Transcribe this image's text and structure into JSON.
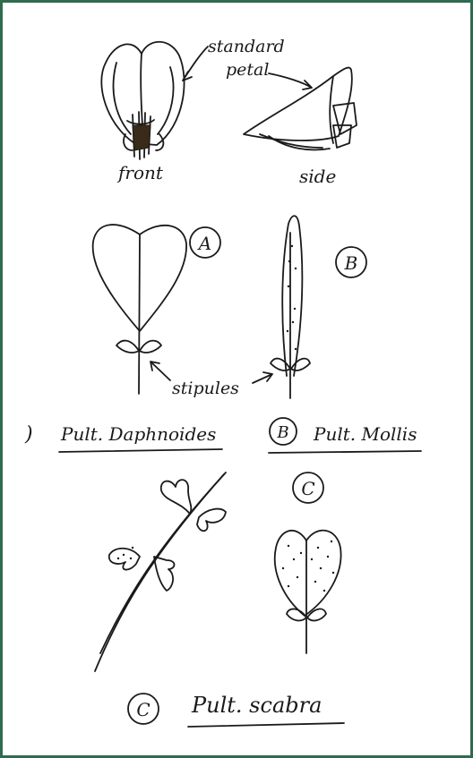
{
  "colors": {
    "border": "#2e6b4f",
    "ink": "#1a1a1a"
  },
  "flower_labels": {
    "standard_line1": "standard",
    "standard_line2": "petal",
    "front": "front",
    "side": "side"
  },
  "leaf_markers": {
    "a": "A",
    "b": "B",
    "c": "C"
  },
  "stipules_label": "stipules",
  "species": {
    "a_marker": ")",
    "a_name": "Pult. Daphnoides",
    "b_marker": "B",
    "b_name": "Pult. Mollis",
    "c_marker": "C",
    "c_name": "Pult. scabra"
  }
}
